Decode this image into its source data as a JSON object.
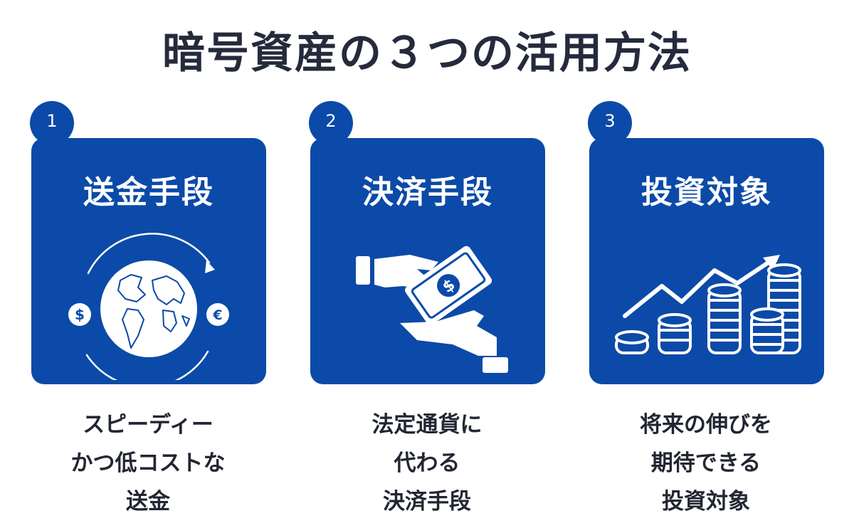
{
  "title": "暗号資産の３つの活用方法",
  "colors": {
    "card": "#0b4aa8",
    "text": "#222631",
    "white": "#ffffff"
  },
  "cards": [
    {
      "number": "1",
      "title": "送金手段",
      "icon": "globe-exchange-icon",
      "caption_lines": [
        "スピーディー",
        "かつ低コストな",
        "送金"
      ]
    },
    {
      "number": "2",
      "title": "決済手段",
      "icon": "cash-handover-icon",
      "caption_lines": [
        "法定通貨に",
        "代わる",
        "決済手段"
      ]
    },
    {
      "number": "3",
      "title": "投資対象",
      "icon": "coins-growth-chart-icon",
      "caption_lines": [
        "将来の伸びを",
        "期待できる",
        "投資対象"
      ]
    }
  ]
}
